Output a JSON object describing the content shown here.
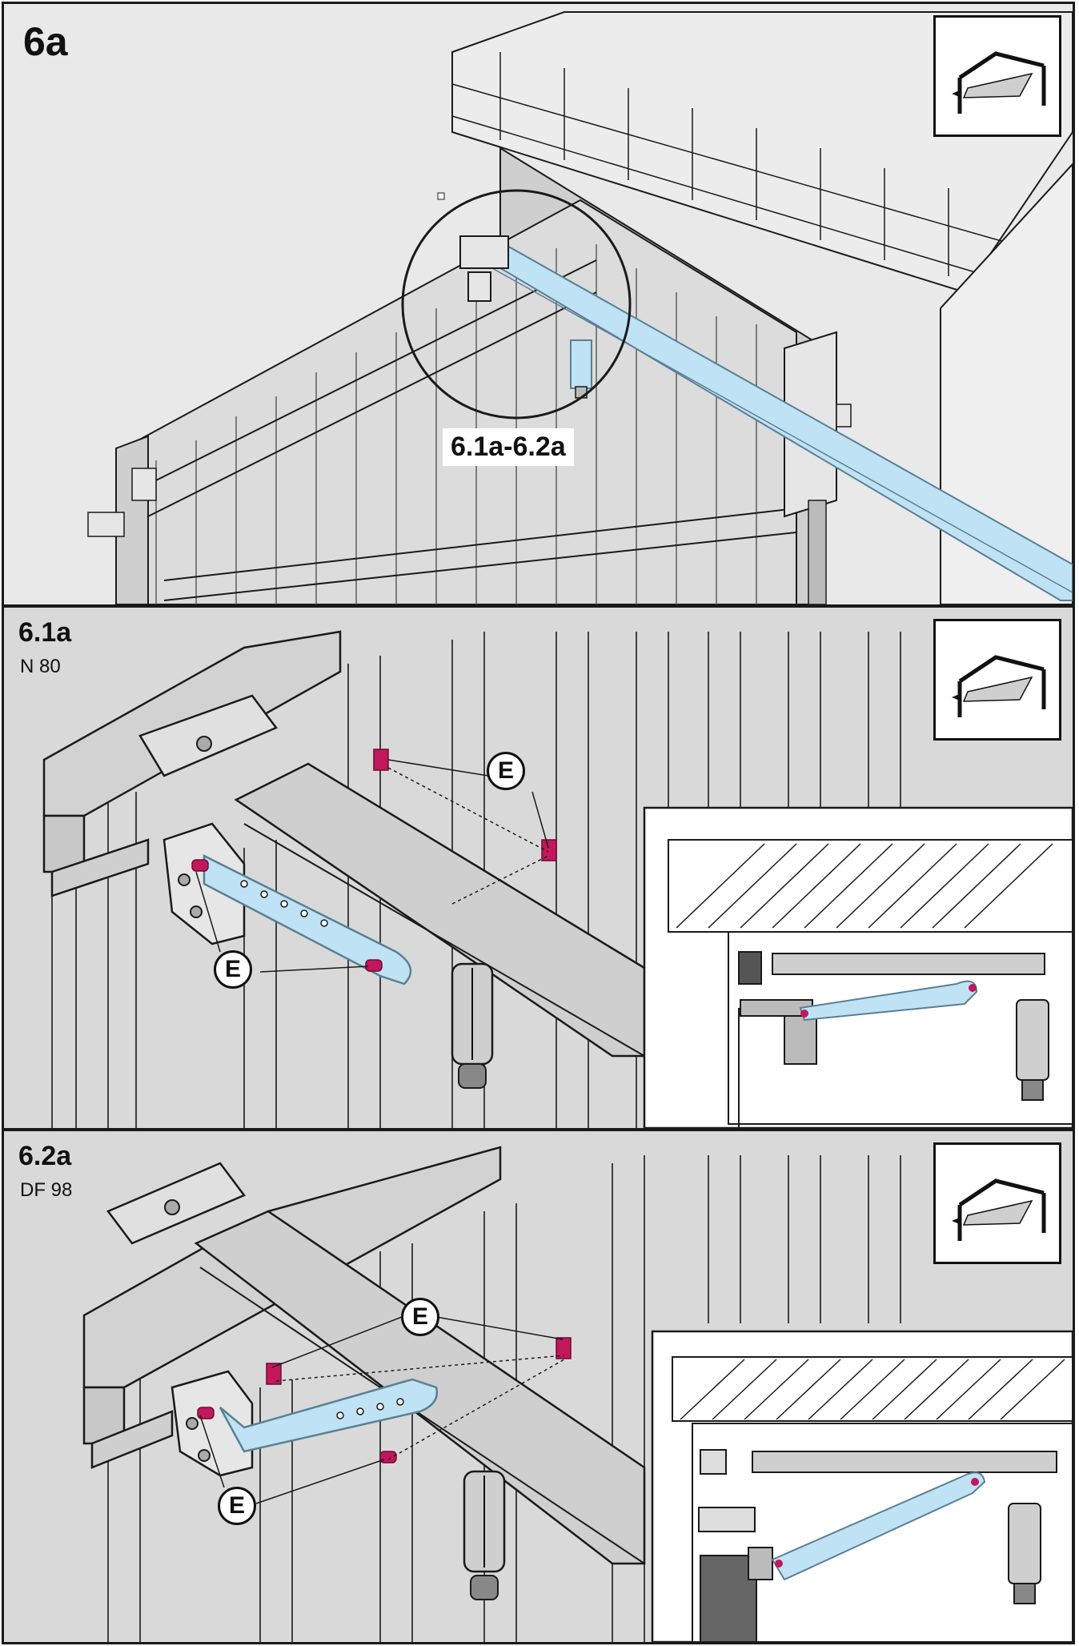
{
  "panels": [
    {
      "id": "6a",
      "step": "6a",
      "subtitle": "",
      "callout": "6.1a-6.2a"
    },
    {
      "id": "6.1a",
      "step": "6.1a",
      "subtitle": "N 80",
      "label": "E"
    },
    {
      "id": "6.2a",
      "step": "6.2a",
      "subtitle": "DF 98",
      "label": "E"
    }
  ],
  "icons": {
    "thumbnail": "door-opener-icon"
  },
  "colors": {
    "rail": "#bfe3f5",
    "rail_edge": "#5a7f93",
    "fastener": "#c2185b",
    "line": "#1a1a1a",
    "wall": "#d9d9d9",
    "background": "#ffffff"
  }
}
